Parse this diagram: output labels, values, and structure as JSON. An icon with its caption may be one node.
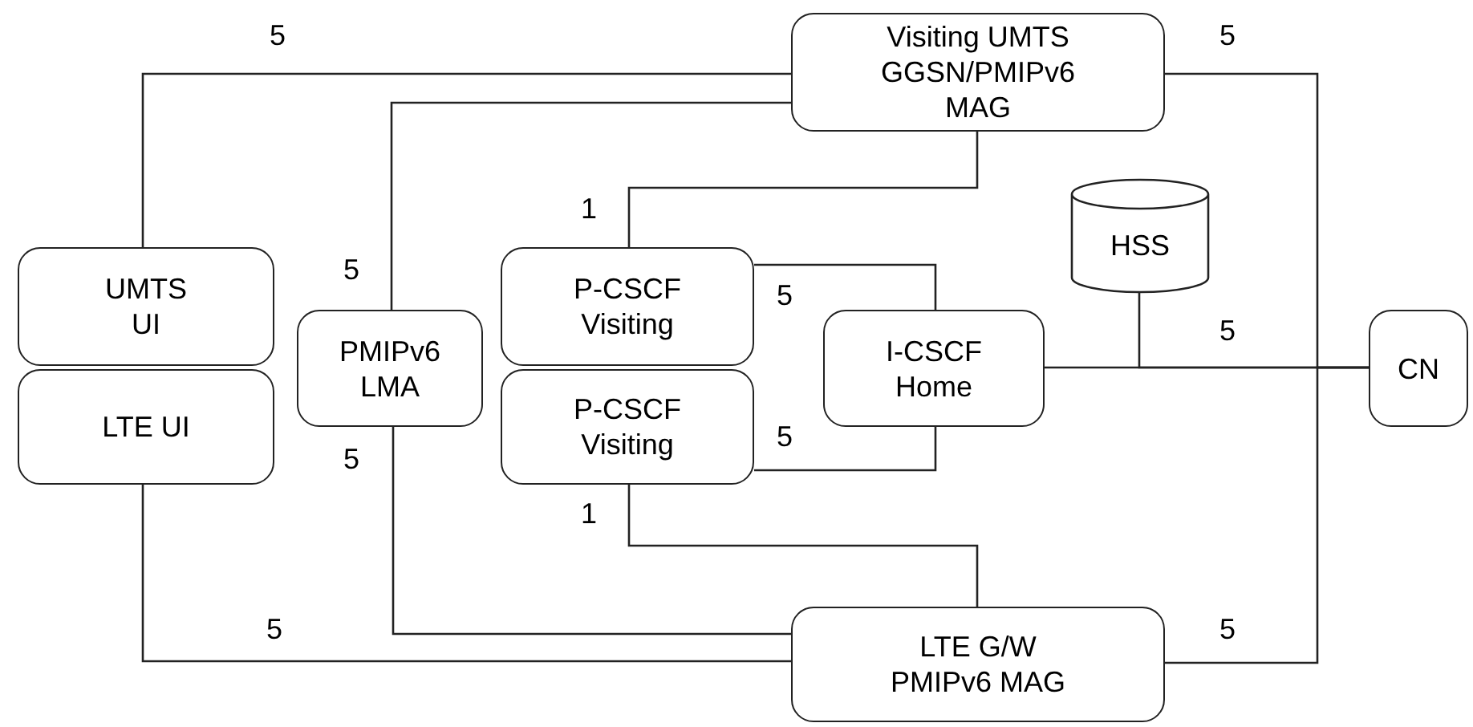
{
  "diagram": {
    "nodes": [
      {
        "text": [
          "UMTS UI"
        ]
      },
      {
        "text": [
          "LTE UI"
        ]
      },
      {
        "text": [
          "PMIPv6 LMA"
        ]
      },
      {
        "text": [
          "P-CSCF Visiting"
        ]
      },
      {
        "text": [
          "P-CSCF Visiting"
        ]
      },
      {
        "text": [
          "Visiting UMTS GGSN/PMIPv6 MAG"
        ]
      },
      {
        "text": [
          "HSS"
        ]
      },
      {
        "text": [
          "I-CSCF Home"
        ]
      },
      {
        "text": [
          "CN"
        ]
      },
      {
        "text": [
          "LTE G/W PMIPv6 MAG"
        ]
      }
    ],
    "edges": [
      {
        "from": 0,
        "to": 5,
        "arrow": "none",
        "label": "5"
      },
      {
        "from": 2,
        "to": 5,
        "arrow": "none",
        "label": "5"
      },
      {
        "from": 5,
        "to": 3,
        "arrow": "none",
        "label": "1"
      },
      {
        "from": 5,
        "to": 8,
        "arrow": "none",
        "label": "5"
      },
      {
        "from": 3,
        "to": 7,
        "arrow": "none",
        "label": "5"
      },
      {
        "from": 4,
        "to": 7,
        "arrow": "none",
        "label": "5"
      },
      {
        "from": 6,
        "to": 8,
        "arrow": "none"
      },
      {
        "from": 7,
        "to": 8,
        "arrow": "none",
        "label": "5"
      },
      {
        "from": 4,
        "to": 9,
        "arrow": "none",
        "label": "1"
      },
      {
        "from": 2,
        "to": 9,
        "arrow": "none",
        "label": "5"
      },
      {
        "from": 1,
        "to": 9,
        "arrow": "none",
        "label": "5"
      },
      {
        "from": 9,
        "to": 8,
        "arrow": "none",
        "label": "5"
      }
    ]
  }
}
